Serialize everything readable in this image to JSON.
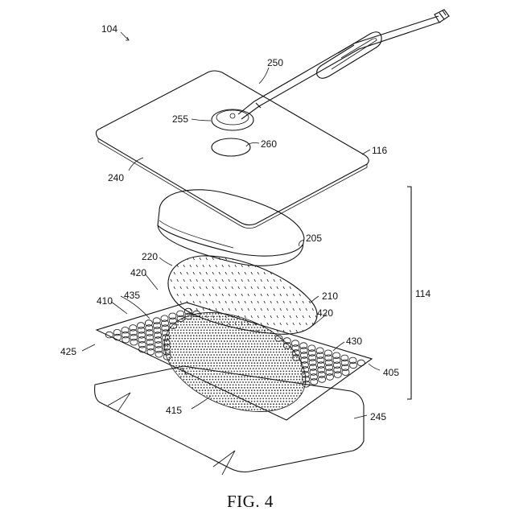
{
  "figure": {
    "caption": "FIG. 4",
    "assembly_ref": "104"
  },
  "labels": {
    "tube": "250",
    "port": "255",
    "aperture": "260",
    "cover": "116",
    "cover_edge": "240",
    "bracket_ref": "114",
    "foam": "205",
    "perf_layer": "210",
    "perf_top": "220",
    "perf_side": "420",
    "grid_left": "410",
    "grid_inner": "435",
    "grid_right_inner": "420",
    "grid_corner": "430",
    "grid_edge": "425",
    "grid_right": "405",
    "grid_bottom": "415",
    "base": "245"
  }
}
